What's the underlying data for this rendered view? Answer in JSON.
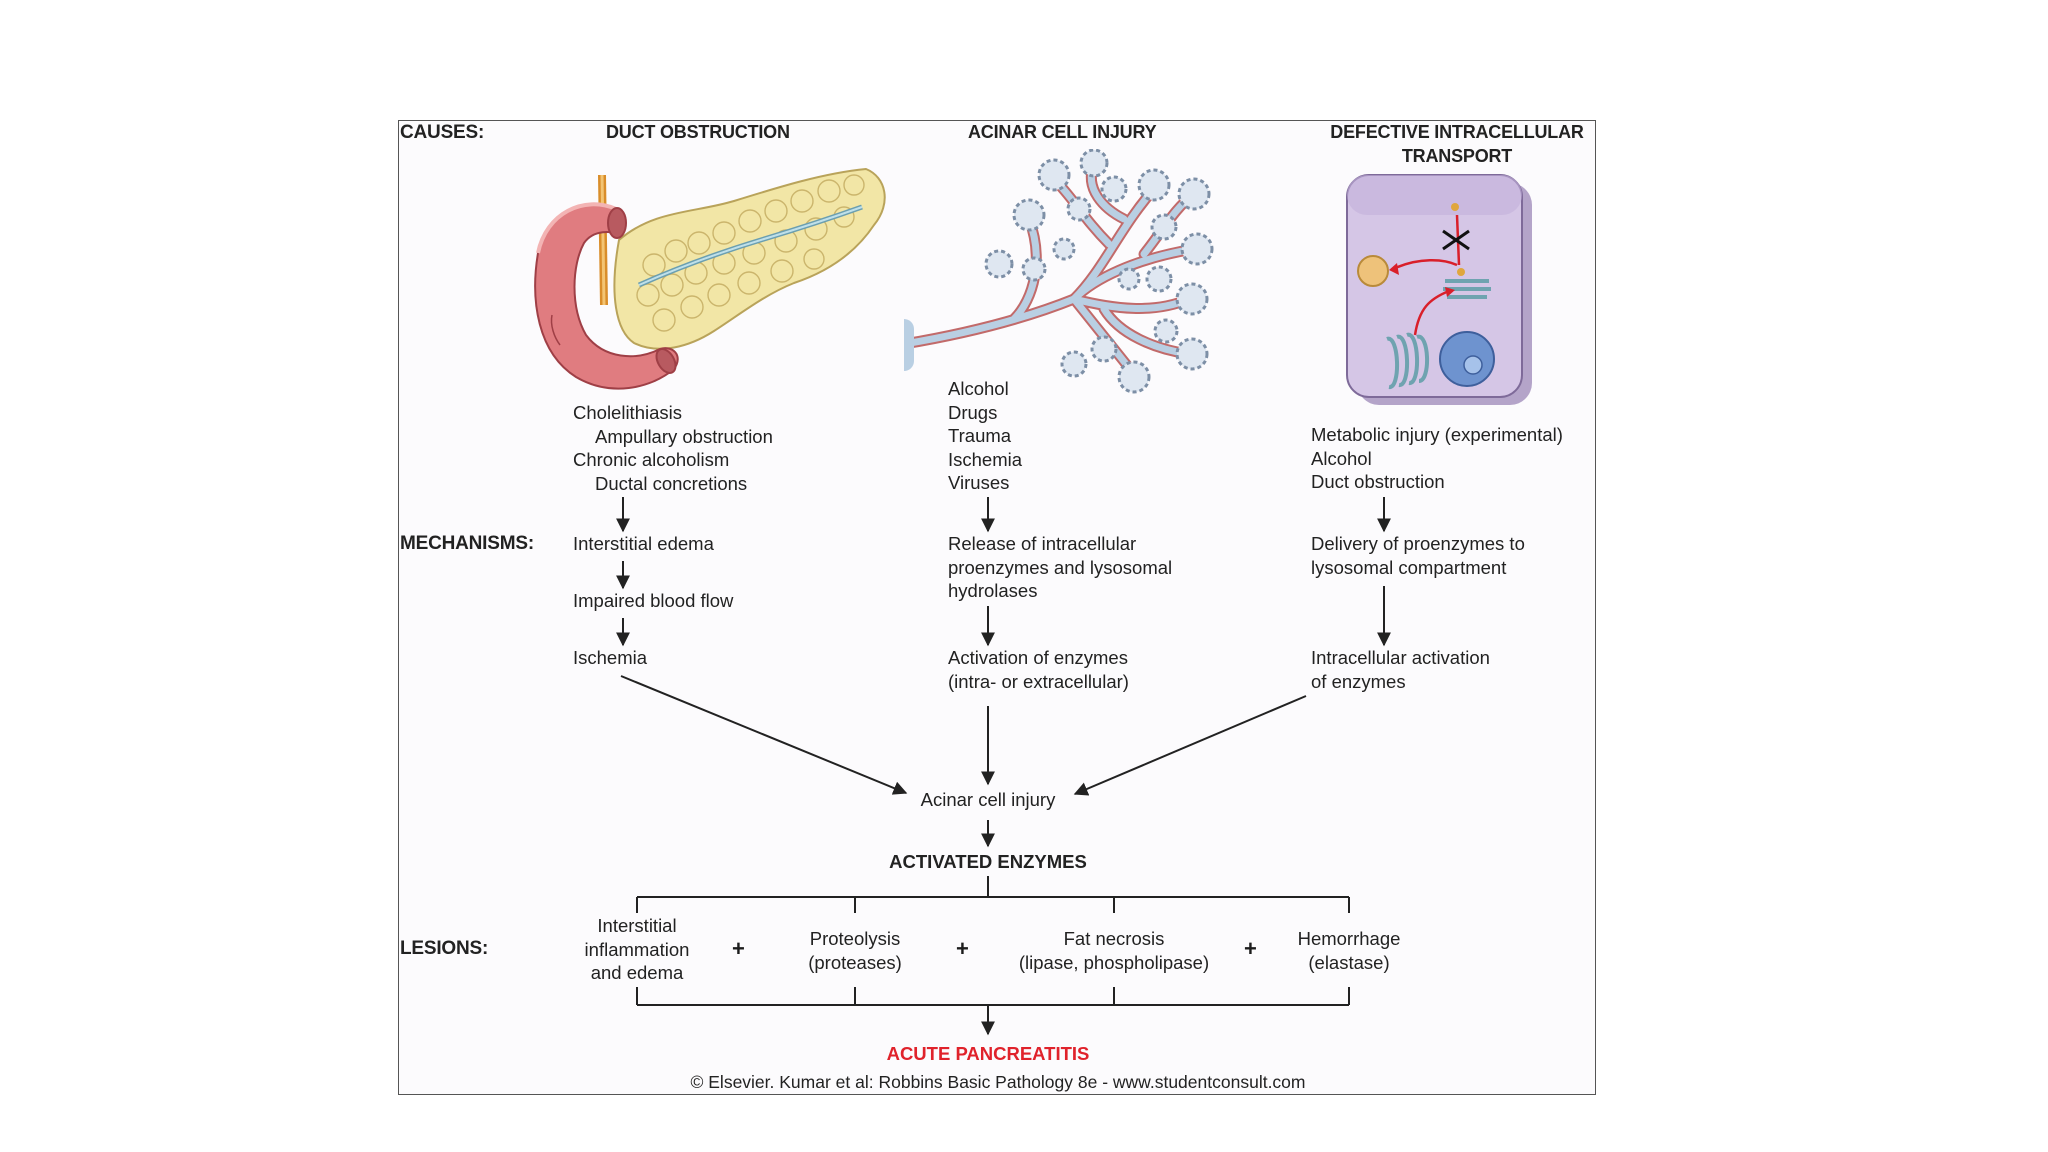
{
  "headers": {
    "causes": "CAUSES:",
    "mechanisms": "MECHANISMS:",
    "lesions": "LESIONS:"
  },
  "columns": [
    {
      "title": "DUCT OBSTRUCTION",
      "illustration": "pancreas-duodenum-illustration",
      "causes": [
        "Cholelithiasis",
        "Ampullary obstruction",
        "Chronic alcoholism",
        "Ductal concretions"
      ],
      "mechanism_1": "Interstitial edema",
      "mechanism_2": "Impaired blood flow",
      "mechanism_3": "Ischemia"
    },
    {
      "title": "ACINAR CELL INJURY",
      "illustration": "acinar-tree-illustration",
      "causes": [
        "Alcohol",
        "Drugs",
        "Trauma",
        "Ischemia",
        "Viruses"
      ],
      "mechanism_1": [
        "Release of intracellular",
        "proenzymes and lysosomal",
        "hydrolases"
      ],
      "mechanism_2": [
        "Activation of enzymes",
        "(intra- or extracellular)"
      ]
    },
    {
      "title": [
        "DEFECTIVE INTRACELLULAR",
        "TRANSPORT"
      ],
      "illustration": "acinar-cell-illustration",
      "causes": [
        "Metabolic injury (experimental)",
        "Alcohol",
        "Duct obstruction"
      ],
      "mechanism_1": [
        "Delivery of proenzymes to",
        "lysosomal compartment"
      ],
      "mechanism_2": [
        "Intracellular activation",
        "of enzymes"
      ]
    }
  ],
  "convergence": "Acinar cell injury",
  "activated": "ACTIVATED ENZYMES",
  "lesions": [
    [
      "Interstitial",
      "inflammation",
      "and edema"
    ],
    [
      "Proteolysis",
      "(proteases)"
    ],
    [
      "Fat necrosis",
      "(lipase, phospholipase)"
    ],
    [
      "Hemorrhage",
      "(elastase)"
    ]
  ],
  "plus_sign": "+",
  "outcome": "ACUTE PANCREATITIS",
  "credit": "© Elsevier. Kumar et al: Robbins Basic Pathology 8e - www.studentconsult.com",
  "colors": {
    "outcome": "#e0222b",
    "pancreas": "#f2e6a6",
    "duodenum": "#e07c80",
    "cell": "#d5c6e6",
    "nucleus": "#6e93cf",
    "arrow_red": "#d91f2a",
    "duct": "#b9cfe3"
  }
}
